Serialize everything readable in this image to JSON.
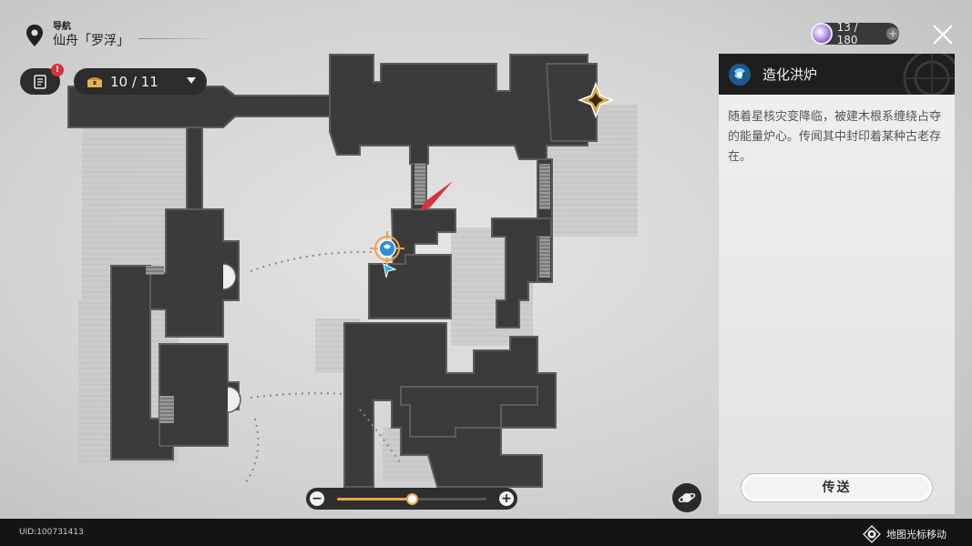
{
  "navigation": {
    "label": "导航",
    "location": "仙舟「罗浮」"
  },
  "notes_badge": "!",
  "chest_counter": "10 / 11",
  "trailblaze_power": {
    "value": "13 / 180",
    "add": "+"
  },
  "panel": {
    "title": "造化洪炉",
    "description": "随着星核灾变降临，被建木根系缠绕占夺的能量炉心。传闻其中封印着某种古老存在。",
    "button": "传送"
  },
  "zoom": {
    "minus": "−",
    "plus": "+",
    "level": 0.5
  },
  "footer": {
    "uid": "UID:100731413",
    "hint": "地图光标移动"
  },
  "colors": {
    "accent_orange": "#f0a34a",
    "map_building": "#3b3b3b",
    "map_background": "#d6d6d6",
    "teleport_blue": "#2f8fd8",
    "marker_gold": "#d9a94a",
    "arrow_red": "#d8323a"
  },
  "icons": [
    "location-pin-icon",
    "notes-icon",
    "chest-icon",
    "dropdown-caret-icon",
    "trailblaze-power-icon",
    "close-icon",
    "teleport-anchor-icon",
    "player-arrow-icon",
    "space-anchor-icon",
    "planet-icon",
    "cursor-diamond-icon"
  ]
}
